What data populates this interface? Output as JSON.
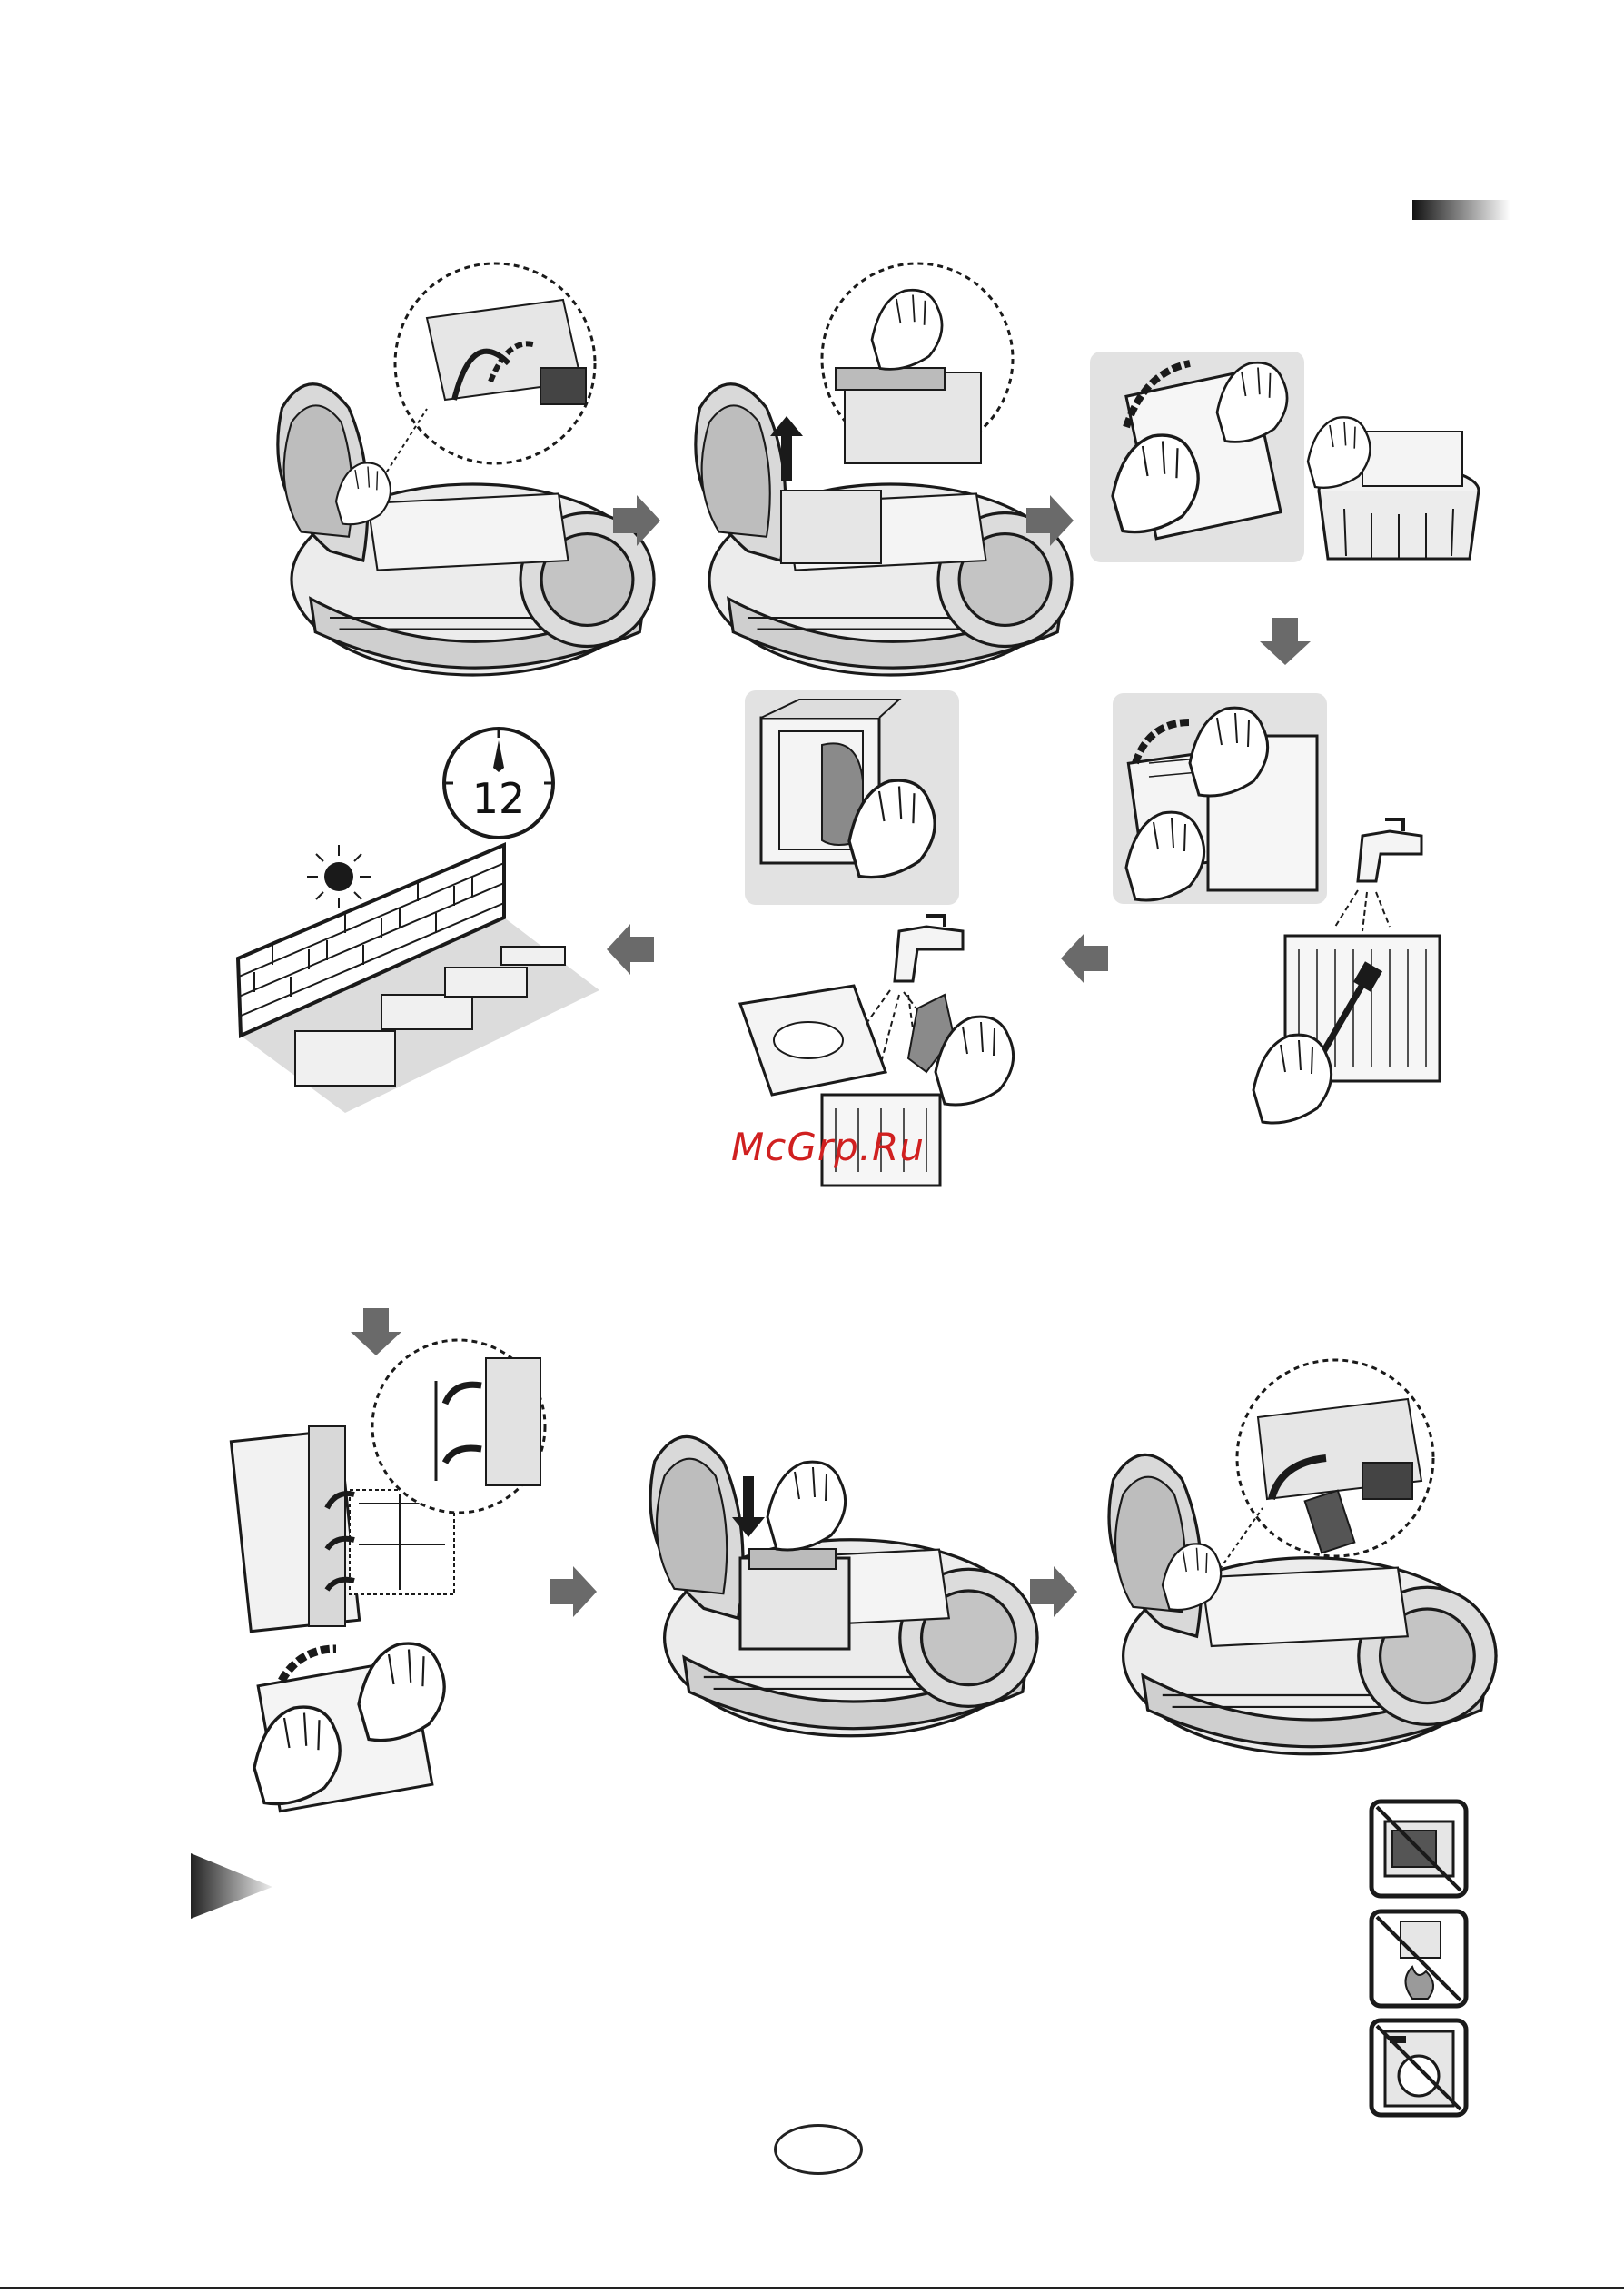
{
  "watermark": {
    "text": "McGrp.Ru"
  },
  "clock": {
    "label": "12"
  },
  "illustrations": [
    {
      "name": "open-lid-release-lever"
    },
    {
      "name": "lift-dust-container"
    },
    {
      "name": "empty-dust-into-bin"
    },
    {
      "name": "open-filter-housing"
    },
    {
      "name": "remove-sponge-filter"
    },
    {
      "name": "rinse-filter-under-tap"
    },
    {
      "name": "brush-filter-under-tap"
    },
    {
      "name": "dry-parts-in-shade"
    },
    {
      "name": "reassemble-filter"
    },
    {
      "name": "insert-dust-container"
    },
    {
      "name": "close-lever-and-lid"
    }
  ],
  "warning_icons": [
    {
      "name": "no-oven-drying-icon"
    },
    {
      "name": "no-fire-drying-icon"
    },
    {
      "name": "no-washing-machine-icon"
    }
  ],
  "colors": {
    "panel": "#e2e2e2",
    "arrow": "#6a6a6a",
    "line": "#1a1a1a",
    "watermark": "#d02020"
  }
}
